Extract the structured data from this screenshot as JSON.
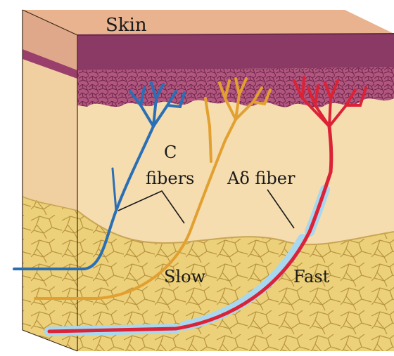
{
  "labels": {
    "skin": "Skin",
    "c_line1": "C",
    "c_line2": "fibers",
    "a_delta": "Aδ fiber",
    "slow": "Slow",
    "fast": "Fast"
  },
  "colors": {
    "epidermis_top": "#e8b08e",
    "epidermis_mid": "#9a3f6c",
    "dermis": "#f6dfb0",
    "fat": "#e8c96b",
    "fat_cell_line": "#b8953e",
    "c_fiber_blue": "#2a6fb5",
    "c_fiber_orange": "#e2a030",
    "a_delta_red": "#dc2236",
    "myelin": "#a8d8ef"
  }
}
